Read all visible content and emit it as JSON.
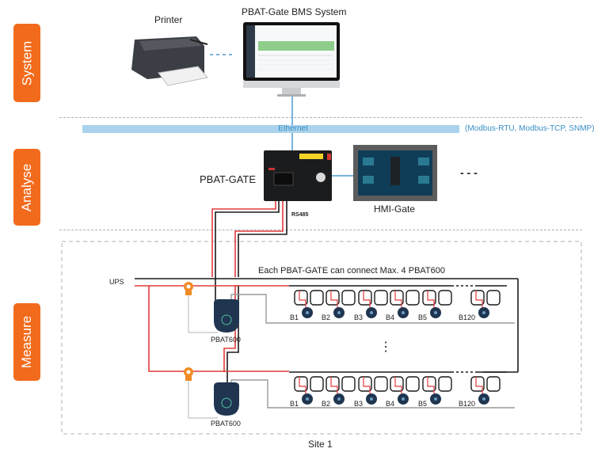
{
  "layers": [
    {
      "label": "System"
    },
    {
      "label": "Analyse"
    },
    {
      "label": "Measure"
    }
  ],
  "system": {
    "printer_label": "Printer",
    "bms_label": "PBAT-Gate BMS System"
  },
  "network": {
    "ethernet_label": "Ethernet",
    "protocols_label": "(Modbus-RTU, Modbus-TCP, SNMP)"
  },
  "analyse": {
    "gate_label": "PBAT-GATE",
    "hmi_label": "HMI-Gate",
    "more_label": "- - -",
    "rs485_label": "RS485"
  },
  "measure": {
    "ups_label": "UPS",
    "note": "Each PBAT-GATE can connect Max. 4 PBAT600",
    "pbat600_label": "PBAT600",
    "strings": [
      {
        "batteries": [
          "B1",
          "B2",
          "B3",
          "B4",
          "B5",
          "B120"
        ]
      },
      {
        "batteries": [
          "B1",
          "B2",
          "B3",
          "B4",
          "B5",
          "B120"
        ]
      }
    ],
    "ellipsis": "⋮",
    "site_label": "Site 1"
  },
  "colors": {
    "accent": "#f26a1b",
    "ethernet": "#a9d3ec",
    "ethernet_text": "#3a8fc4",
    "power_red": "#e23b3b",
    "bus_black": "#1a1a1a",
    "sense_gray": "#9a9a9a",
    "device_navy": "#1f3550"
  }
}
